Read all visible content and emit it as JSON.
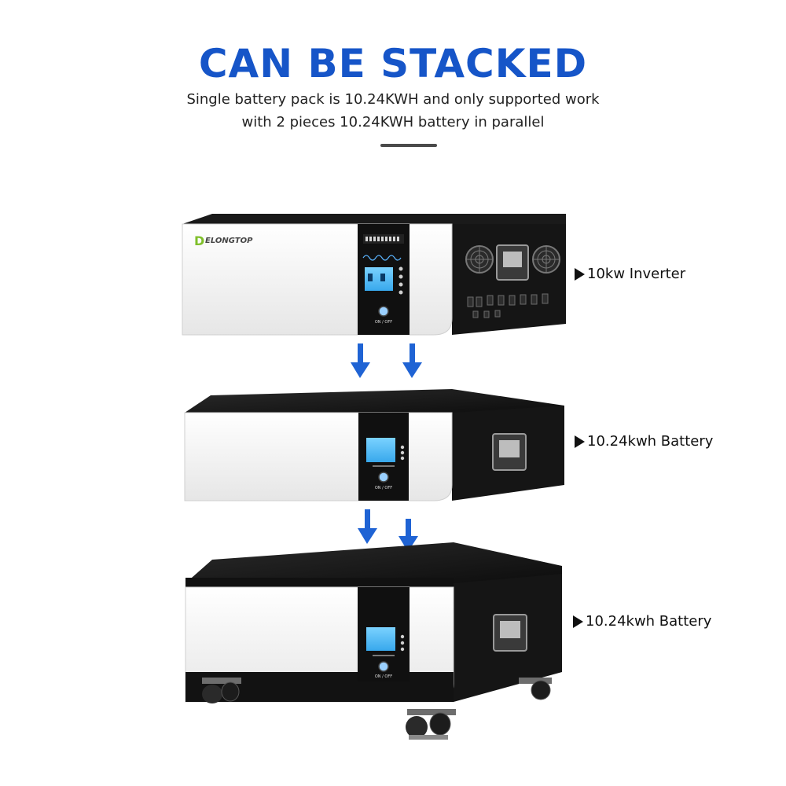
{
  "header": {
    "title": "CAN BE STACKED",
    "subtitle_line1": "Single battery pack is 10.24KWH and only supported work",
    "subtitle_line2": "with 2 pieces 10.24KWH battery in parallel"
  },
  "units": [
    {
      "label": "10kw Inverter",
      "brand": "ELONGTOP",
      "brand_initial": "D",
      "button_label": "ON / OFF"
    },
    {
      "label": "10.24kwh Battery",
      "button_label": "ON / OFF"
    },
    {
      "label": "10.24kwh Battery",
      "button_label": "ON / OFF"
    }
  ],
  "colors": {
    "title": "#1655c8",
    "arrow": "#1f63d4",
    "panel": "#101010",
    "shell": "#f4f4f4"
  }
}
